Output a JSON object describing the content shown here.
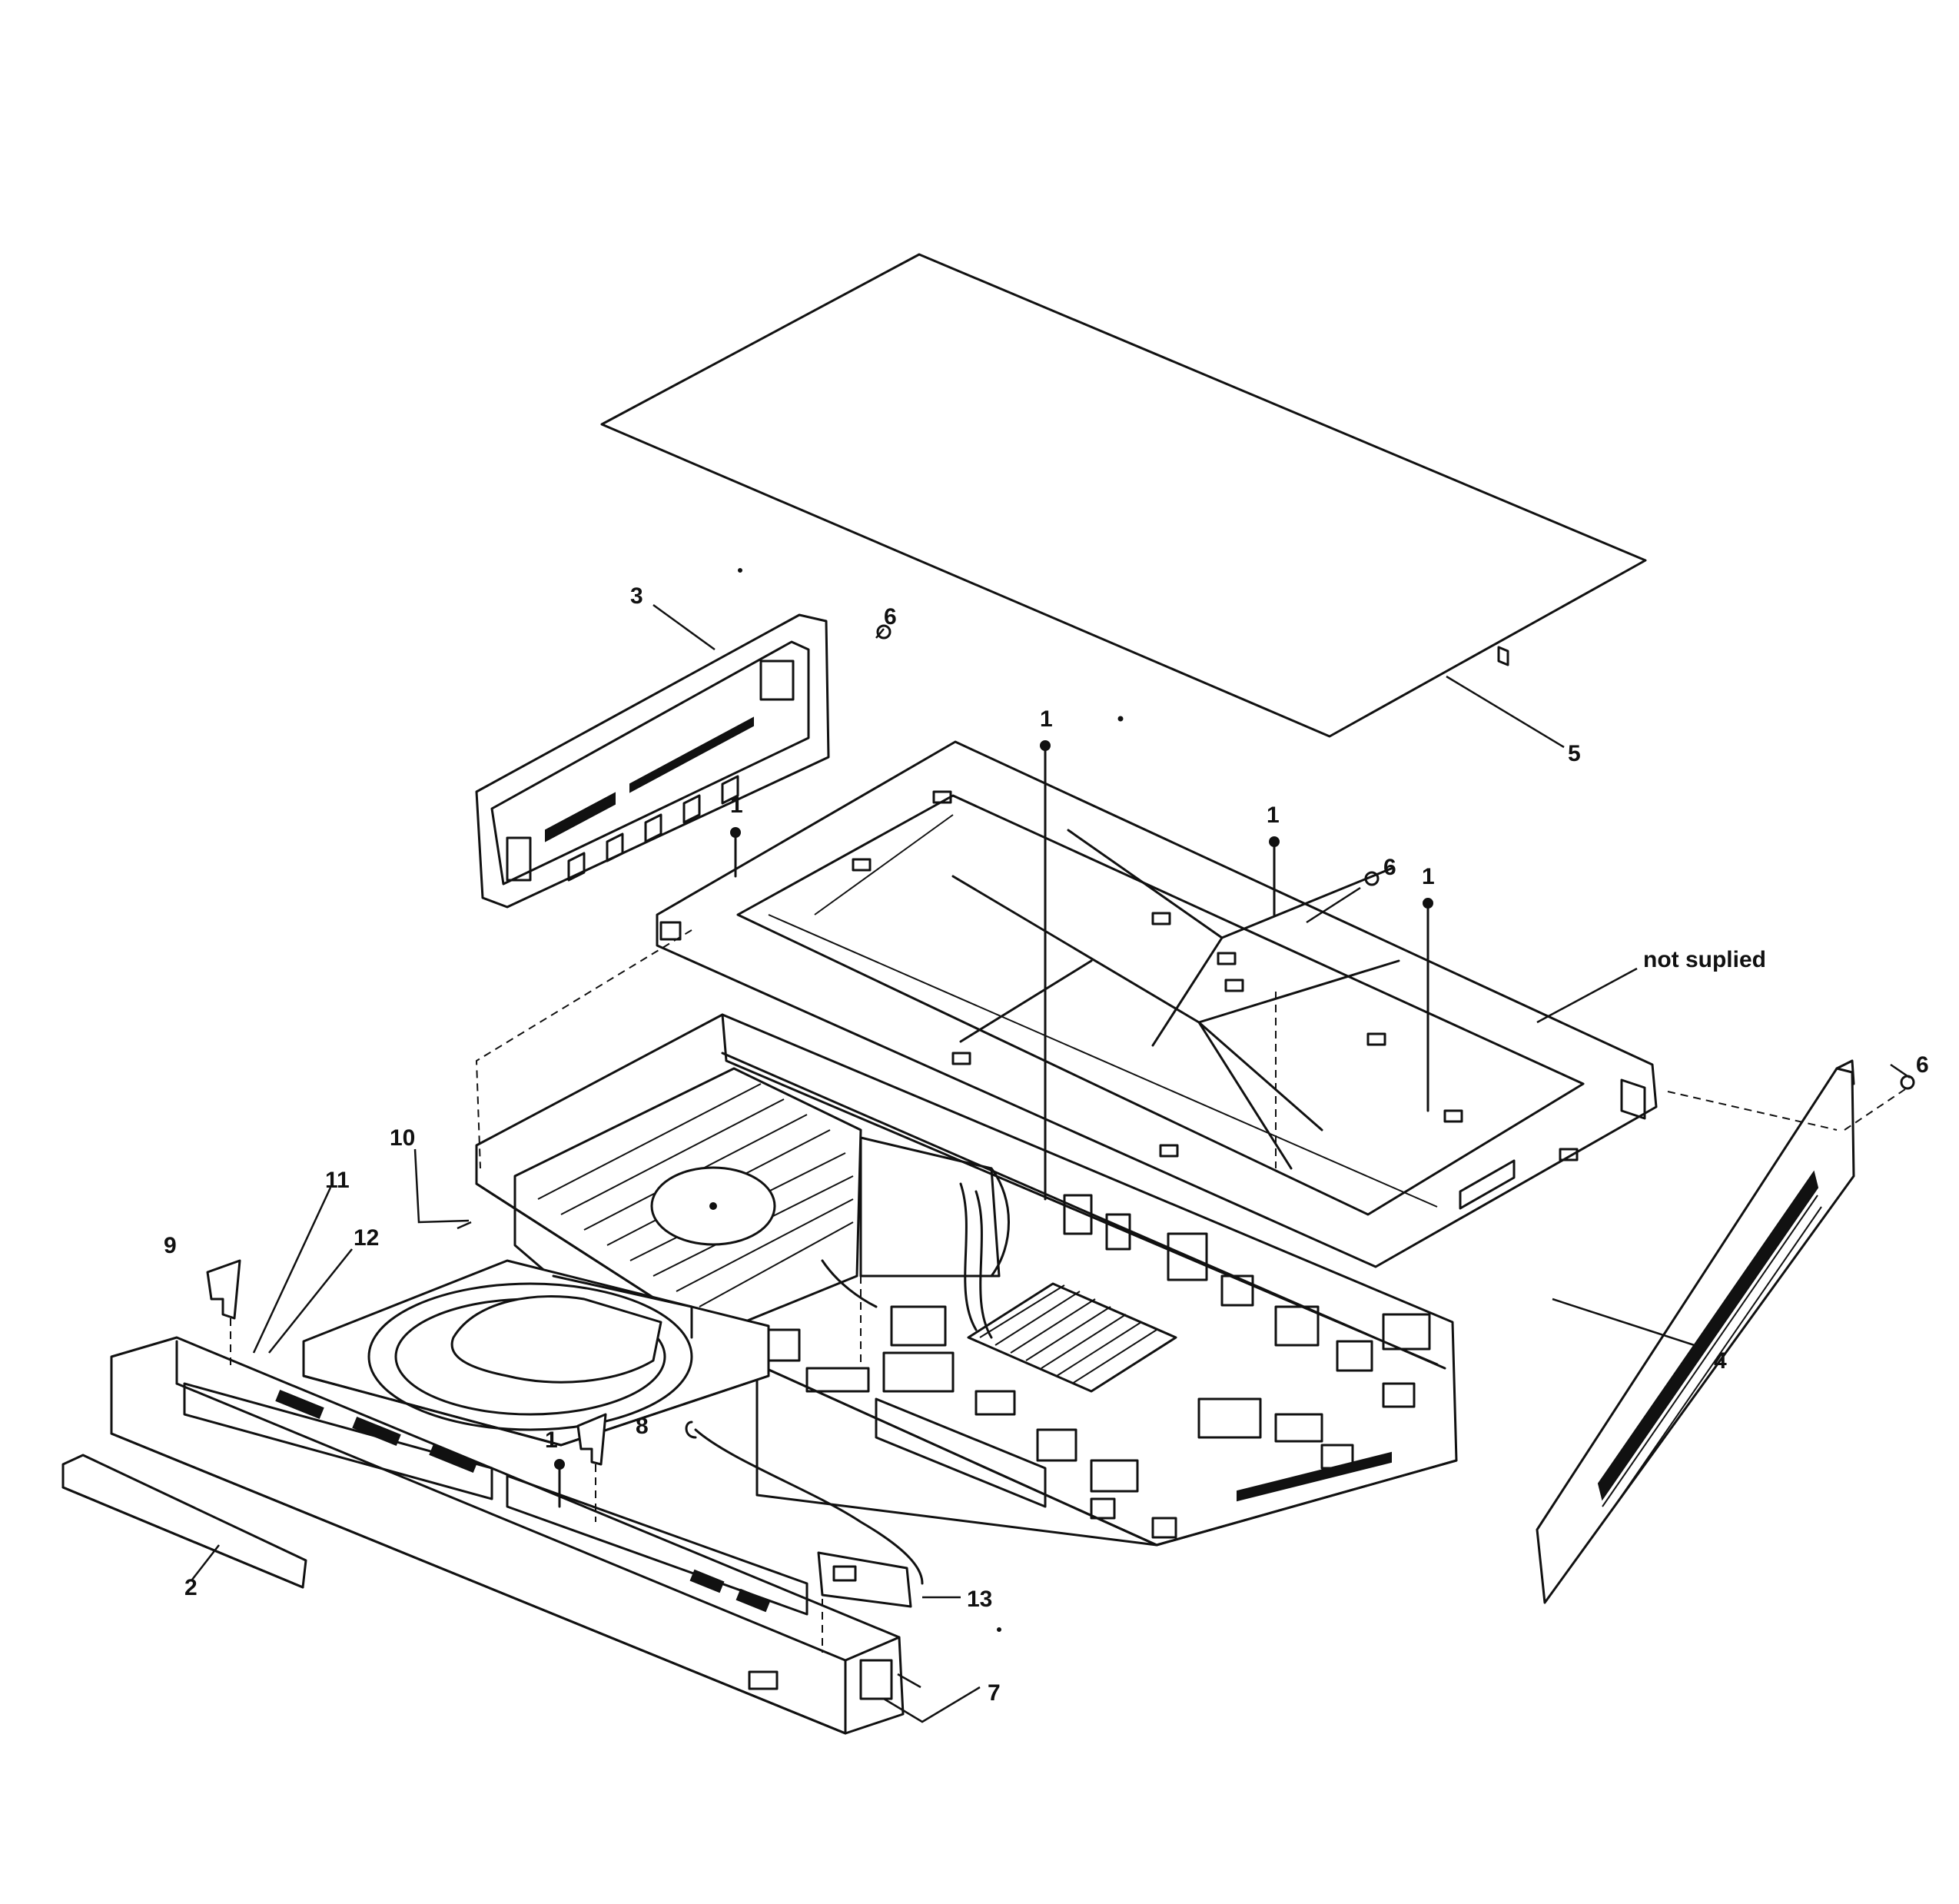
{
  "diagram": {
    "callouts": {
      "c1a": "1",
      "c1b": "1",
      "c1c": "1",
      "c1d": "1",
      "c1e": "1",
      "c2": "2",
      "c3": "3",
      "c4": "4",
      "c5": "5",
      "c6a": "6",
      "c6b": "6",
      "c6c": "6",
      "c7": "7",
      "c8": "8",
      "c9": "9",
      "c10": "10",
      "c11": "11",
      "c12": "12",
      "c13": "13"
    },
    "note": "not suplied"
  }
}
